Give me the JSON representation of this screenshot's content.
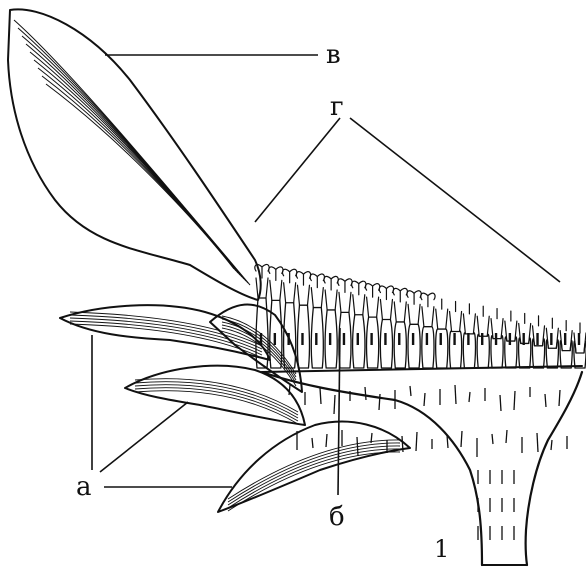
{
  "figure": {
    "labels": {
      "v": "в",
      "g": "г",
      "a": "а",
      "b": "б",
      "num": "1"
    },
    "colors": {
      "ink": "#111111",
      "paper": "#ffffff"
    }
  }
}
